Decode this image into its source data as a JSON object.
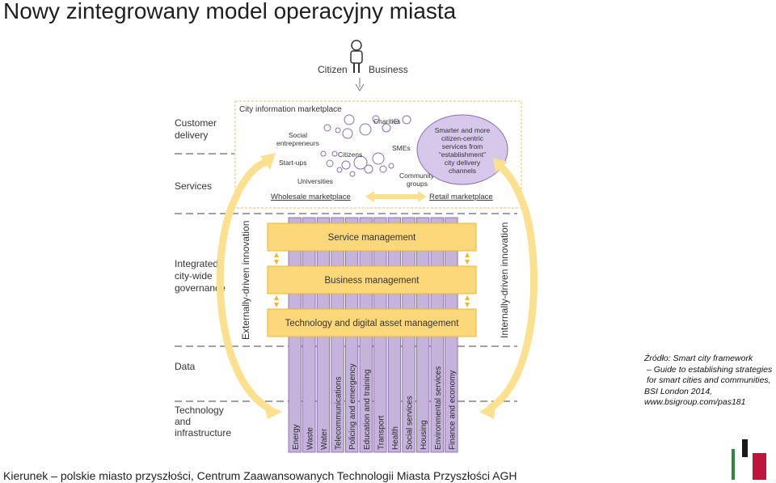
{
  "title": "Nowy zintegrowany model operacyjny miasta",
  "footer": "Kierunek – polskie miasto przyszłości, Centrum Zaawansowanych Technologii Miasta Przyszłości AGH",
  "source": {
    "line1": "Źródło: Smart city framework",
    "line2": "– Guide to establishing strategies",
    "line3": "for smart cities and communities,",
    "line4": "BSI London 2014,",
    "line5": "www.bsigroup.com/pas181"
  },
  "diagram": {
    "top": {
      "citizen": "Citizen",
      "business": "Business"
    },
    "left_labels": {
      "customer_delivery_1": "Customer",
      "customer_delivery_2": "delivery",
      "services": "Services",
      "integrated_1": "Integrated",
      "integrated_2": "city-wide",
      "integrated_3": "governance",
      "data": "Data",
      "tech_1": "Technology",
      "tech_2": "and",
      "tech_3": "infrastructure"
    },
    "marketplace": {
      "title": "City information marketplace",
      "wholesale": "Wholesale marketplace",
      "retail": "Retail marketplace",
      "social_1": "Social",
      "social_2": "entrepreneurs",
      "startups": "Start-ups",
      "universities": "Universities",
      "citizens": "Citizens",
      "charities": "Charities",
      "smes": "SMEs",
      "community_1": "Community",
      "community_2": "groups"
    },
    "smarter": {
      "l1": "Smarter and more",
      "l2": "citizen-centric",
      "l3": "services from",
      "l4": "“establishment”",
      "l5": "city delivery",
      "l6": "channels"
    },
    "externally": "Externally-driven innovation",
    "internally": "Internally-driven innovation",
    "layers": {
      "service": "Service management",
      "business": "Business management",
      "technology": "Technology and digital asset management"
    },
    "silos": [
      "Energy",
      "Waste",
      "Water",
      "Telecommunications",
      "Policing and emergency",
      "Education and training",
      "Transport",
      "Health",
      "Social services",
      "Housing",
      "Environmental services",
      "Finance and economy"
    ],
    "colors": {
      "silo_fill": "#c5b3dc",
      "silo_stroke": "#7c5fa8",
      "layer_fill": "#fdd87a",
      "layer_stroke": "#e8b830",
      "arrow": "#fbe08f",
      "bubble_fill": "#d6c8ea",
      "bubble_stroke": "#8a6db5",
      "logo_black": "#1a1a1a",
      "logo_green": "#2d8a3c",
      "logo_red": "#c0143c"
    }
  }
}
